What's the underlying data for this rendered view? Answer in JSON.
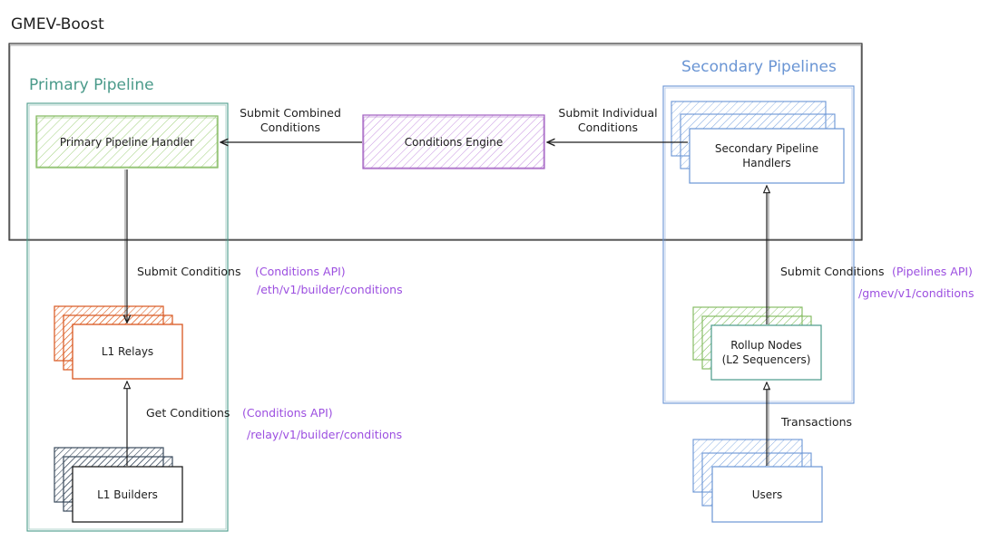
{
  "diagram": {
    "title": "GMEV-Boost",
    "primary_pipeline": {
      "title": "Primary Pipeline",
      "handler": "Primary Pipeline Handler",
      "relays": "L1 Relays",
      "builders": "L1 Builders",
      "submit_label": "Submit Conditions",
      "submit_api": "(Conditions API)",
      "submit_path": "/eth/v1/builder/conditions",
      "get_label": "Get Conditions",
      "get_api": "(Conditions API)",
      "get_path": "/relay/v1/builder/conditions"
    },
    "conditions_engine": {
      "label": "Conditions Engine",
      "submit_combined_line1": "Submit Combined",
      "submit_combined_line2": "Conditions",
      "submit_individual_line1": "Submit Individual",
      "submit_individual_line2": "Conditions"
    },
    "secondary_pipelines": {
      "title": "Secondary Pipelines",
      "handlers_line1": "Secondary Pipeline",
      "handlers_line2": "Handlers",
      "rollup_line1": "Rollup Nodes",
      "rollup_line2": "(L2 Sequencers)",
      "users": "Users",
      "submit_label": "Submit Conditions",
      "submit_api": "(Pipelines API)",
      "submit_path": "/gmev/v1/conditions",
      "transactions_label": "Transactions"
    },
    "colors": {
      "outline": "#1e1e1e",
      "primary_teal": "#4a9a8a",
      "secondary_blue": "#6a95d4",
      "handler_green": "#7fb85a",
      "engine_purple": "#a05cc0",
      "relay_orange": "#d8561f",
      "builder_slate": "#3a4a5c",
      "annotation_purple": "#9c4fe0"
    }
  }
}
